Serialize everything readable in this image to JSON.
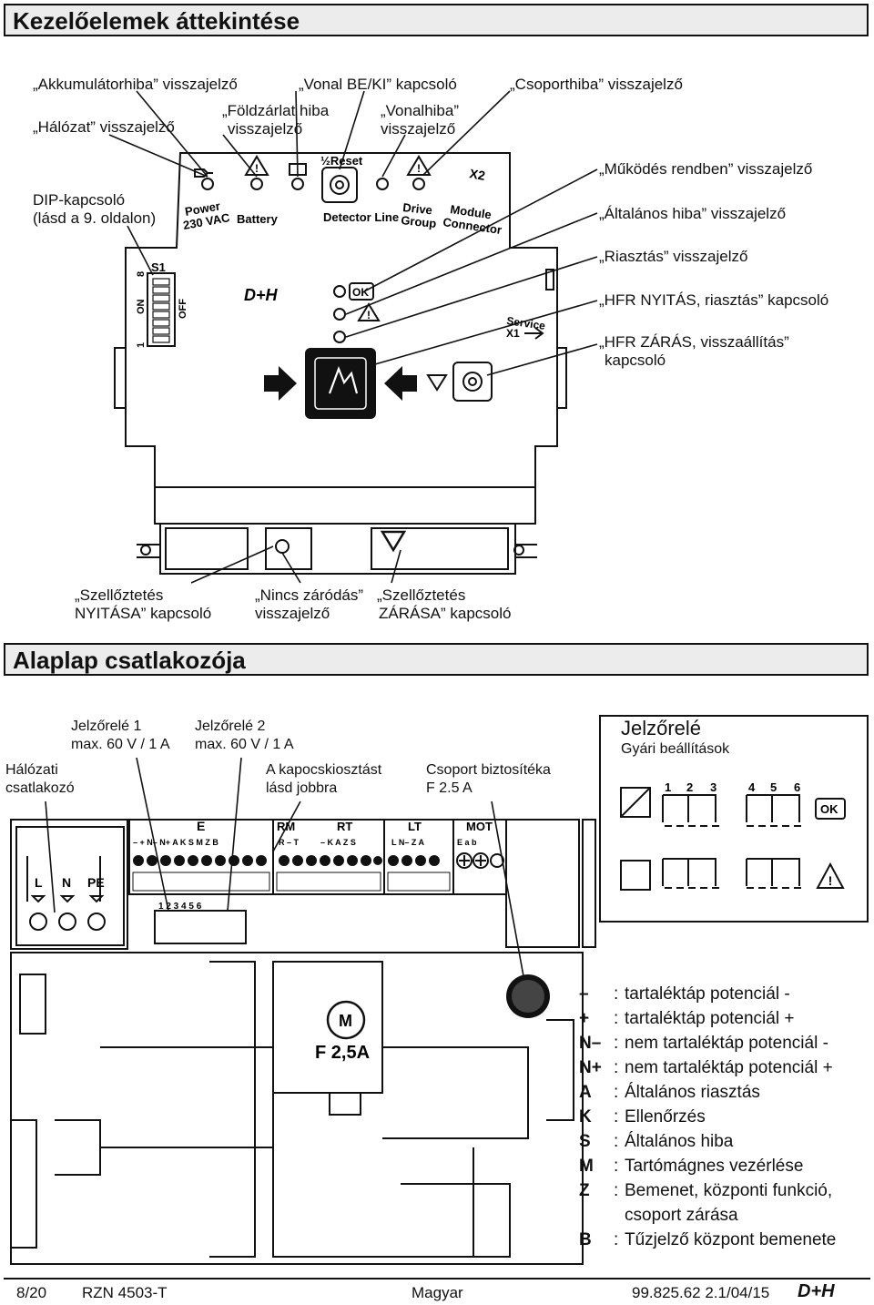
{
  "sections": {
    "title1": "Kezelőelemek áttekintése",
    "title2": "Alaplap csatlakozója"
  },
  "labels_top": {
    "akku": "„Akkumulátorhiba” visszajelző",
    "vonal_be_ki": "„Vonal BE/KI” kapcsoló",
    "csoporthiba": "„Csoporthiba” visszajelző",
    "halozat": "„Hálózat” visszajelző",
    "foldzarlat_1": "„Földzárlat hiba",
    "foldzarlat_2": "visszajelző",
    "vonalhiba_1": "„Vonalhiba”",
    "vonalhiba_2": "visszajelző",
    "dip_1": "DIP-kapcsoló",
    "dip_2": "(lásd a 9. oldalon)",
    "mukodes": "„Működés rendben” visszajelző",
    "altalanos": "„Általános hiba” visszajelző",
    "riasztas": "„Riasztás” visszajelző",
    "hfr_nyitas": "„HFR NYITÁS, riasztás” kapcsoló",
    "hfr_zaras_1": "„HFR ZÁRÁS, visszaállítás”",
    "hfr_zaras_2": "kapcsoló",
    "szell_nyit_1": "„Szellőztetés",
    "szell_nyit_2": "NYITÁSA” kapcsoló",
    "nincs_1": "„Nincs záródás”",
    "nincs_2": "visszajelző",
    "szell_zar_1": "„Szellőztetés",
    "szell_zar_2": "ZÁRÁSA” kapcsoló"
  },
  "device_text": {
    "reset": "½Reset",
    "x2": "X2",
    "power_1": "Power",
    "power_2": "230 VAC",
    "battery": "Battery",
    "detector_line": "Detector Line",
    "drive_1": "Drive",
    "drive_2": "Group",
    "module_1": "Module",
    "module_2": "Connector",
    "s1": "S1",
    "on": "ON",
    "off": "OFF",
    "one": "1",
    "eight": "8",
    "brand": "D+H",
    "ok": "OK",
    "service": "Service",
    "x1": "X1"
  },
  "labels_bottom": {
    "jr1_1": "Jelzőrelé 1",
    "jr1_2": "max. 60 V / 1 A",
    "jr2_1": "Jelzőrelé 2",
    "jr2_2": "max. 60 V / 1 A",
    "halozati_1": "Hálózati",
    "halozati_2": "csatlakozó",
    "kapocs_1": "A kapocskiosztást",
    "kapocs_2": "lásd jobbra",
    "csoport_1": "Csoport biztosítéka",
    "csoport_2": "F 2.5 A"
  },
  "board_text": {
    "e": "E",
    "rm": "RM",
    "rt": "RT",
    "lt": "LT",
    "mot": "MOT",
    "pins_e": "– + N– N+ A K S M Z B",
    "pins_rm": "R – T",
    "pins_rt": "– K A Z S",
    "pins_lt": "L N– Z A",
    "pins_mot": "E a b",
    "l": "L",
    "n": "N",
    "pe": "PE",
    "fuse": "F 2,5A",
    "motor": "M",
    "relay_nums": "1 2 3 4 5 6"
  },
  "relay_box": {
    "title": "Jelzőrelé",
    "subtitle": "Gyári beállítások",
    "n1": "1",
    "n2": "2",
    "n3": "3",
    "n4": "4",
    "n5": "5",
    "n6": "6",
    "ok": "OK"
  },
  "legend": [
    {
      "key": "–",
      "val": "tartaléktáp potenciál -"
    },
    {
      "key": "+",
      "val": "tartaléktáp potenciál +"
    },
    {
      "key": "N–",
      "val": "nem tartaléktáp potenciál -"
    },
    {
      "key": "N+",
      "val": "nem tartaléktáp potenciál +"
    },
    {
      "key": "A",
      "val": "Általános riasztás"
    },
    {
      "key": "K",
      "val": "Ellenőrzés"
    },
    {
      "key": "S",
      "val": "Általános hiba"
    },
    {
      "key": "M",
      "val": "Tartómágnes vezérlése"
    },
    {
      "key": "Z",
      "val": "Bemenet, központi funkció,"
    },
    {
      "key": "",
      "val": "csoport zárása"
    },
    {
      "key": "B",
      "val": "Tűzjelző központ bemenete"
    }
  ],
  "footer": {
    "page": "8/20",
    "doc": "RZN 4503-T",
    "lang": "Magyar",
    "code": "99.825.62 2.1/04/15",
    "brand": "D+H"
  }
}
